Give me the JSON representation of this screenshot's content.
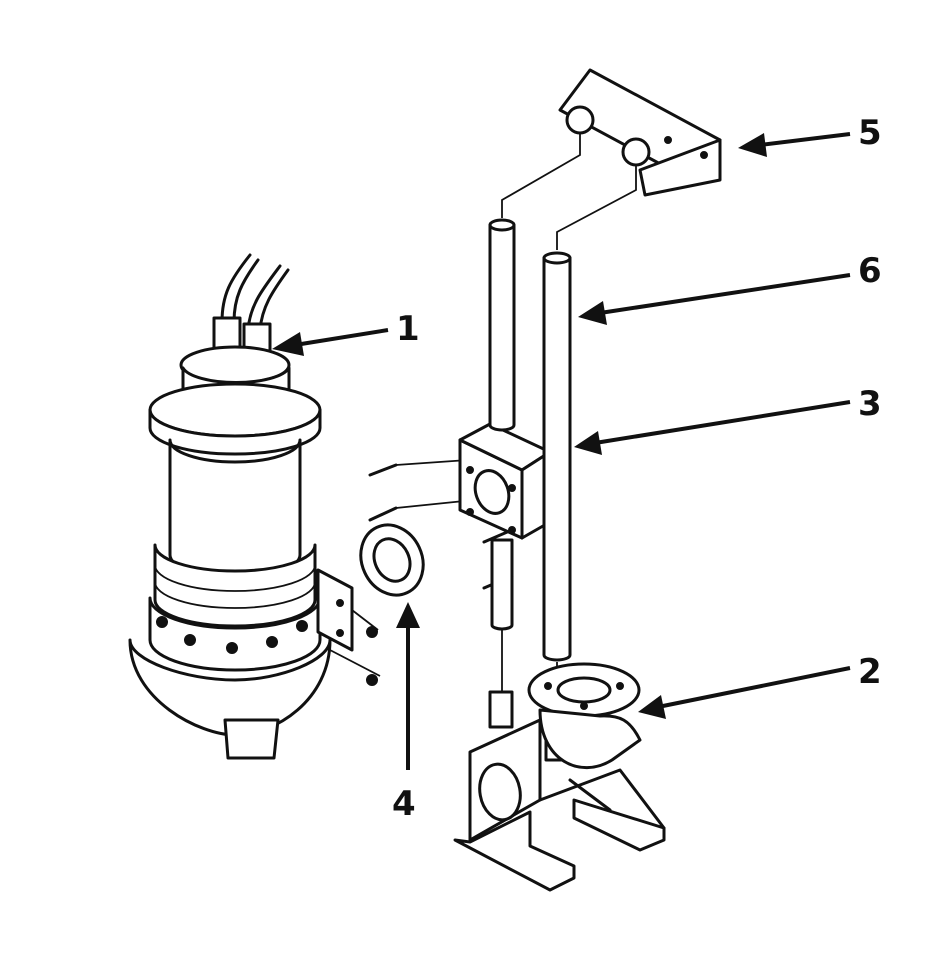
{
  "diagram": {
    "callouts": [
      {
        "id": "1",
        "label": "1"
      },
      {
        "id": "2",
        "label": "2"
      },
      {
        "id": "3",
        "label": "3"
      },
      {
        "id": "4",
        "label": "4"
      },
      {
        "id": "5",
        "label": "5"
      },
      {
        "id": "6",
        "label": "6"
      }
    ]
  },
  "colors": {
    "ink": "#111111",
    "paper": "#ffffff"
  }
}
